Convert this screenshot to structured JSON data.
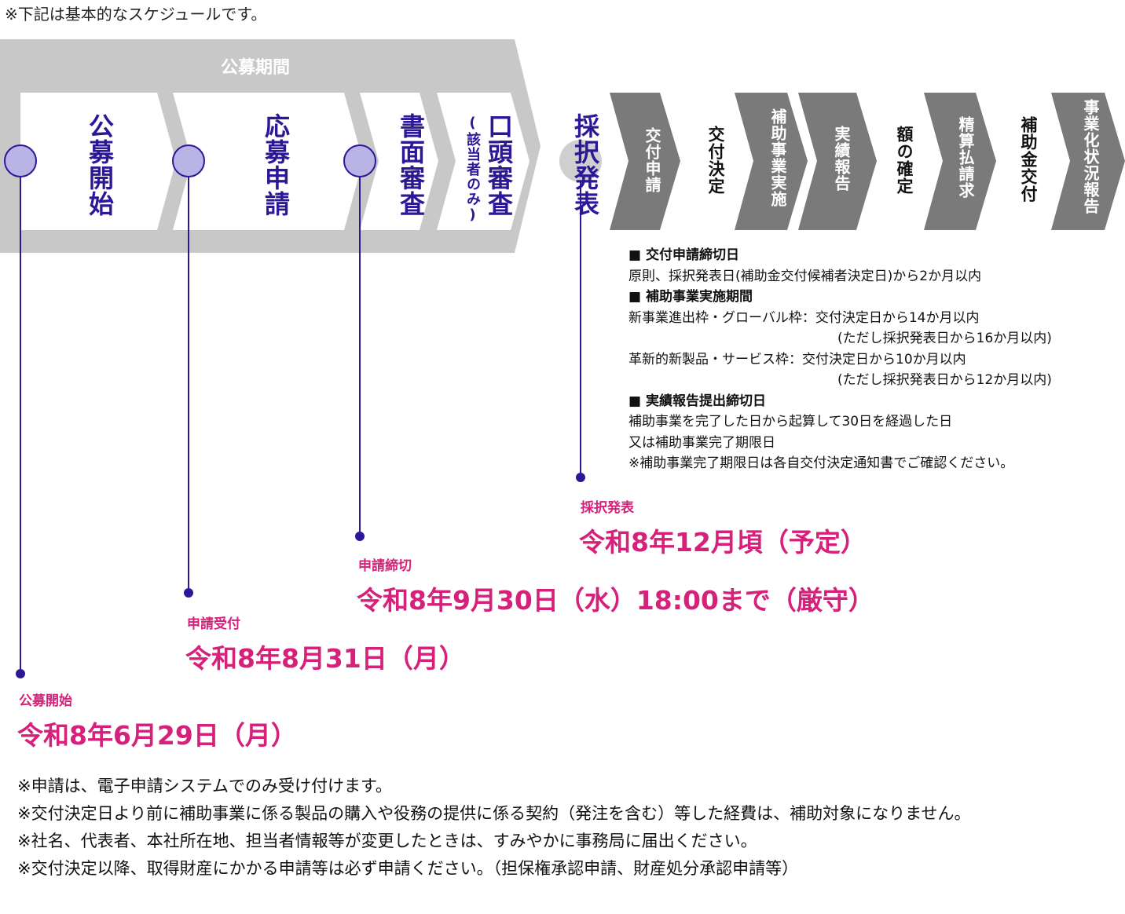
{
  "top_note": "※下記は基本的なスケジュールです。",
  "period_title": "公募期間",
  "stages": [
    {
      "label": "公募開始"
    },
    {
      "label": "応募申請"
    },
    {
      "label": "書面審査"
    },
    {
      "label": "口頭審査",
      "sub": "(該当者のみ)"
    },
    {
      "label": "採択発表"
    }
  ],
  "steps": [
    "交付申請",
    "交付決定",
    "補助事業実施",
    "実績報告",
    "額の確定",
    "精算払請求",
    "補助金交付",
    "事業化状況報告"
  ],
  "info": {
    "h1": "■ 交付申請締切日",
    "l1": "原則、採択発表日(補助金交付候補者決定日)から2か月以内",
    "h2": "■ 補助事業実施期間",
    "l2": "新事業進出枠・グローバル枠：交付決定日から14か月以内",
    "l3": "(ただし採択発表日から16か月以内)",
    "l4": "革新的新製品・サービス枠：交付決定日から10か月以内",
    "l5": "(ただし採択発表日から12か月以内)",
    "h3": "■ 実績報告提出締切日",
    "l6": "補助事業を完了した日から起算して30日を経過した日",
    "l7": "又は補助事業完了期限日",
    "l8": "※補助事業完了期限日は各自交付決定通知書でご確認ください。"
  },
  "dates": [
    {
      "label": "採択発表",
      "date": "令和8年12月頃（予定）"
    },
    {
      "label": "申請締切",
      "date": "令和8年9月30日（水）18:00まで（厳守）"
    },
    {
      "label": "申請受付",
      "date": "令和8年8月31日（月）"
    },
    {
      "label": "公募開始",
      "date": "令和8年6月29日（月）"
    }
  ],
  "footer": [
    "※申請は、電子申請システムでのみ受け付けます。",
    "※交付決定日より前に補助事業に係る製品の購入や役務の提供に係る契約（発注を含む）等した経費は、補助対象になりません。",
    "※社名、代表者、本社所在地、担当者情報等が変更したときは、すみやかに事務局に届出ください。",
    "※交付決定以降、取得財産にかかる申請等は必ず申請ください。（担保権承認申請、財産処分承認申請等）"
  ],
  "colors": {
    "period_band": "#c8c8c8",
    "arrow_dark": "#7a7a7a",
    "navy": "#2a1896",
    "circle_fill": "#b9b3e6",
    "pink": "#d6217a"
  }
}
